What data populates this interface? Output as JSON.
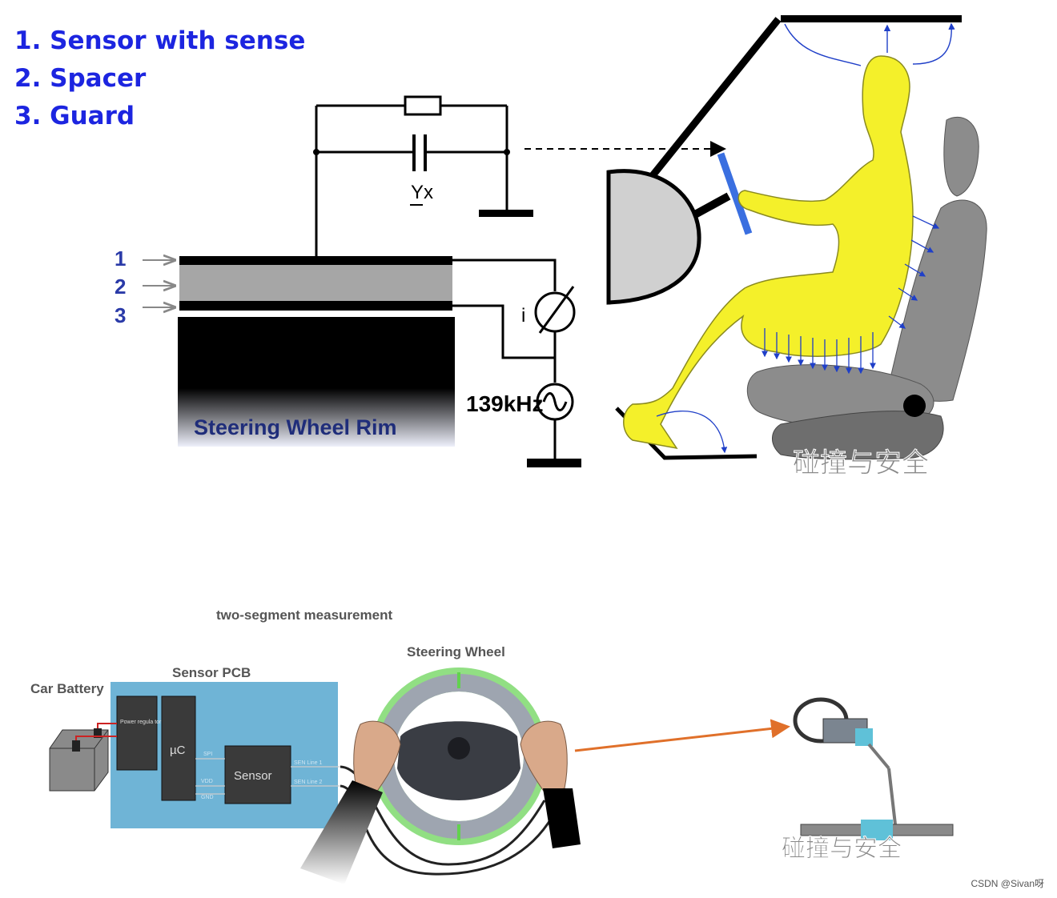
{
  "legend": {
    "item1": "1. Sensor with sense",
    "item2": "2. Spacer",
    "item3": "3. Guard"
  },
  "top_diagram": {
    "layer_numbers": [
      "1",
      "2",
      "3"
    ],
    "capacitor_label": "Yx",
    "current_meter_label": "i",
    "frequency_label": "139kHz",
    "rim_label": "Steering Wheel Rim",
    "watermark": "碰撞与安全"
  },
  "bottom_diagram": {
    "title": "two-segment measurement",
    "steering_wheel_label": "Steering Wheel",
    "sensor_pcb_label": "Sensor PCB",
    "car_battery_label": "Car Battery",
    "power_regulator_label": "Power regula tor",
    "mcu_label": "µC",
    "sensor_label": "Sensor",
    "spi_label": "SPI",
    "vdd_label": "VDD",
    "gnd_label": "GND",
    "sen_line1_label": "SEN Line 1",
    "sen_line2_label": "SEN Line 2",
    "watermark": "碰撞与安全"
  },
  "corner_credit": "CSDN @Sivan呀",
  "colors": {
    "legend_blue": "#1c25e0",
    "number_blue": "#2a3aa8",
    "occupant_yellow": "#f4f02a",
    "seat_gray": "#8c8c8c",
    "pcb_blue": "#6fb4d6",
    "wheel_green": "#62d24f",
    "arrow_orange": "#e0702a"
  }
}
